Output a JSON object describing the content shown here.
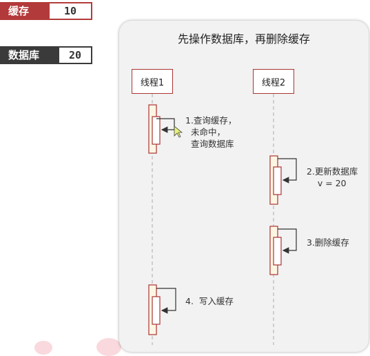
{
  "state": {
    "cache": {
      "label": "缓存",
      "value": "10"
    },
    "database": {
      "label": "数据库",
      "value": "20"
    }
  },
  "diagram": {
    "title": "先操作数据库，再删除缓存",
    "threads": [
      {
        "label": "线程1"
      },
      {
        "label": "线程2"
      }
    ],
    "steps": [
      {
        "text": "1.查询缓存，\n  未命中，\n  查询数据库"
      },
      {
        "text": "2.更新数据库\n    v = 20"
      },
      {
        "text": "3.删除缓存"
      },
      {
        "text": "4.  写入缓存"
      }
    ]
  },
  "colors": {
    "accent_red": "#b33a3a",
    "dark": "#3a3a3a",
    "panel_bg": "#f2f2f2",
    "activation_fill": "#fdf6e3"
  }
}
